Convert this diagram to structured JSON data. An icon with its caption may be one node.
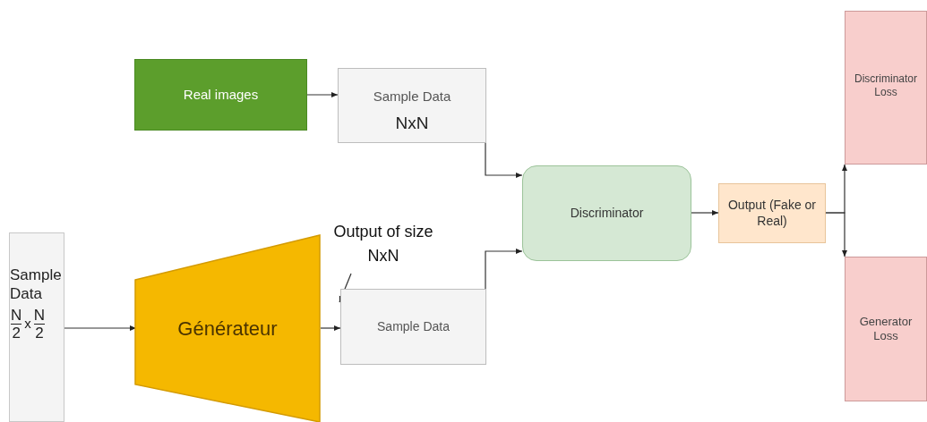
{
  "diagram": {
    "nodes": [
      {
        "text": [
          "Real images"
        ]
      },
      {
        "text": [
          "Sample Data",
          "NxN"
        ]
      },
      {
        "text": [
          "Sample Data",
          "N",
          "2",
          "x",
          "N",
          "2"
        ]
      },
      {
        "text": [
          "Générateur"
        ]
      },
      {
        "text": [
          "Sample Data"
        ]
      },
      {
        "text": [
          "Output of size NxN"
        ]
      },
      {
        "text": [
          "Discriminator"
        ]
      },
      {
        "text": [
          "Output (Fake or Real)"
        ]
      },
      {
        "text": [
          "Discriminator Loss"
        ]
      },
      {
        "text": [
          "Generator Loss"
        ]
      }
    ],
    "edges": [
      {
        "from": 0,
        "to": 1,
        "arrow": "to"
      },
      {
        "from": 1,
        "to": 6,
        "arrow": "to"
      },
      {
        "from": 2,
        "to": 3,
        "arrow": "to"
      },
      {
        "from": 3,
        "to": 4,
        "arrow": "to"
      },
      {
        "from": 4,
        "to": 6,
        "arrow": "to"
      },
      {
        "from": 5,
        "to": 4,
        "arrow": "to"
      },
      {
        "from": 6,
        "to": 7,
        "arrow": "to"
      },
      {
        "from": 7,
        "to": 8,
        "arrow": "to"
      },
      {
        "from": 7,
        "to": 9,
        "arrow": "to"
      }
    ]
  }
}
